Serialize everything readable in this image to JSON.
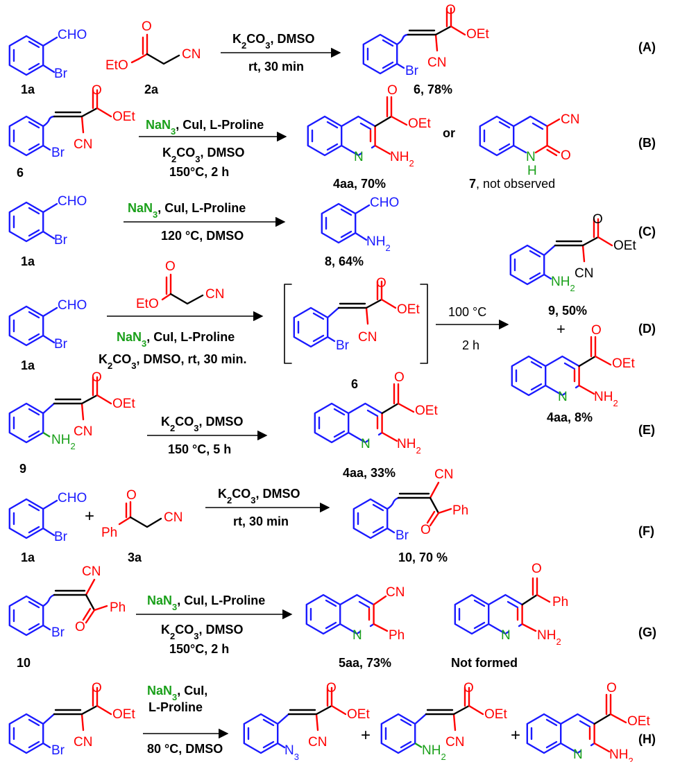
{
  "rows": {
    "A": {
      "tag": "(A)",
      "sm1": {
        "cho": "CHO",
        "br": "Br",
        "label": "1a"
      },
      "sm2": {
        "eto": "EtO",
        "o": "O",
        "cn": "CN",
        "label": "2a"
      },
      "cond": {
        "line1": "K2CO3, DMSO",
        "line2": "rt, 30 min"
      },
      "product": {
        "oet": "OEt",
        "o": "O",
        "cn": "CN",
        "br": "Br",
        "label": "6, 78%"
      }
    },
    "B": {
      "tag": "(B)",
      "sm": {
        "oet": "OEt",
        "o": "O",
        "cn": "CN",
        "br": "Br",
        "label": "6"
      },
      "cond": {
        "azide": "NaN3",
        "cat": ", CuI, L-Proline",
        "line2": "K2CO3, DMSO",
        "line3": "150°C, 2 h"
      },
      "product": {
        "oet": "OEt",
        "o": "O",
        "n": "N",
        "nh2": "NH2",
        "label": "4aa, 70%"
      },
      "or": "or",
      "alt": {
        "cn": "CN",
        "o": "O",
        "n": "N",
        "h": "H",
        "num": "7",
        "label": ", not observed"
      }
    },
    "C": {
      "tag": "(C)",
      "sm": {
        "cho": "CHO",
        "br": "Br",
        "label": "1a"
      },
      "cond": {
        "azide": "NaN3",
        "cat": ", CuI, L-Proline",
        "line2": "120 °C, DMSO"
      },
      "product": {
        "cho": "CHO",
        "nh2": "NH2",
        "label": "8, 64%"
      }
    },
    "D": {
      "tag": "(D)",
      "sm": {
        "cho": "CHO",
        "br": "Br",
        "label": "1a"
      },
      "reagent": {
        "eto": "EtO",
        "o": "O",
        "cn": "CN"
      },
      "cond": {
        "azide": "NaN3",
        "cat": ", CuI, L-Proline",
        "line3": "K2CO3, DMSO, rt, 30 min."
      },
      "intermediate": {
        "oet": "OEt",
        "o": "O",
        "cn": "CN",
        "br": "Br",
        "label": "6"
      },
      "cond2": {
        "line1": "100 °C",
        "line2": "2 h"
      },
      "p1": {
        "oet": "OEt",
        "o": "O",
        "cn": "CN",
        "nh2": "NH2",
        "label": "9, 50%"
      },
      "plus": "+",
      "p2": {
        "oet": "OEt",
        "o": "O",
        "n": "N",
        "nh2": "NH2",
        "label": "4aa, 8%"
      }
    },
    "E": {
      "tag": "(E)",
      "sm": {
        "oet": "OEt",
        "o": "O",
        "cn": "CN",
        "nh2": "NH2",
        "label": "9"
      },
      "cond": {
        "line1": "K2CO3, DMSO",
        "line2": "150 °C, 5 h"
      },
      "product": {
        "oet": "OEt",
        "o": "O",
        "n": "N",
        "nh2": "NH2",
        "label": "4aa, 33%"
      }
    },
    "F": {
      "tag": "(F)",
      "sm1": {
        "cho": "CHO",
        "br": "Br",
        "label": "1a"
      },
      "plus": "+",
      "sm2": {
        "ph": "Ph",
        "o": "O",
        "cn": "CN",
        "label": "3a"
      },
      "cond": {
        "line1": "K2CO3, DMSO",
        "line2": "rt, 30 min"
      },
      "product": {
        "cn": "CN",
        "o": "O",
        "ph": "Ph",
        "br": "Br",
        "label": "10, 70 %"
      }
    },
    "G": {
      "tag": "(G)",
      "sm": {
        "cn": "CN",
        "o": "O",
        "ph": "Ph",
        "br": "Br",
        "label": "10"
      },
      "cond": {
        "azide": "NaN3",
        "cat": ", CuI, L-Proline",
        "line2": "K2CO3, DMSO",
        "line3": "150°C, 2 h"
      },
      "product": {
        "cn": "CN",
        "n": "N",
        "ph": "Ph",
        "label": "5aa, 73%"
      },
      "alt": {
        "o": "O",
        "ph": "Ph",
        "n": "N",
        "nh2": "NH2",
        "label": "Not formed"
      }
    },
    "H": {
      "tag": "(H)",
      "sm": {
        "oet": "OEt",
        "o": "O",
        "cn": "CN",
        "br": "Br"
      },
      "cond": {
        "azide": "NaN3",
        "cat": ", CuI,",
        "line2": "L-Proline",
        "line3": "80 °C, DMSO"
      },
      "p1": {
        "oet": "OEt",
        "o": "O",
        "cn": "CN",
        "n3": "N3"
      },
      "plus1": "+",
      "p2": {
        "oet": "OEt",
        "o": "O",
        "cn": "CN",
        "nh2": "NH2"
      },
      "plus2": "+",
      "p3": {
        "oet": "OEt",
        "o": "O",
        "n": "N",
        "nh2": "NH2"
      }
    }
  }
}
